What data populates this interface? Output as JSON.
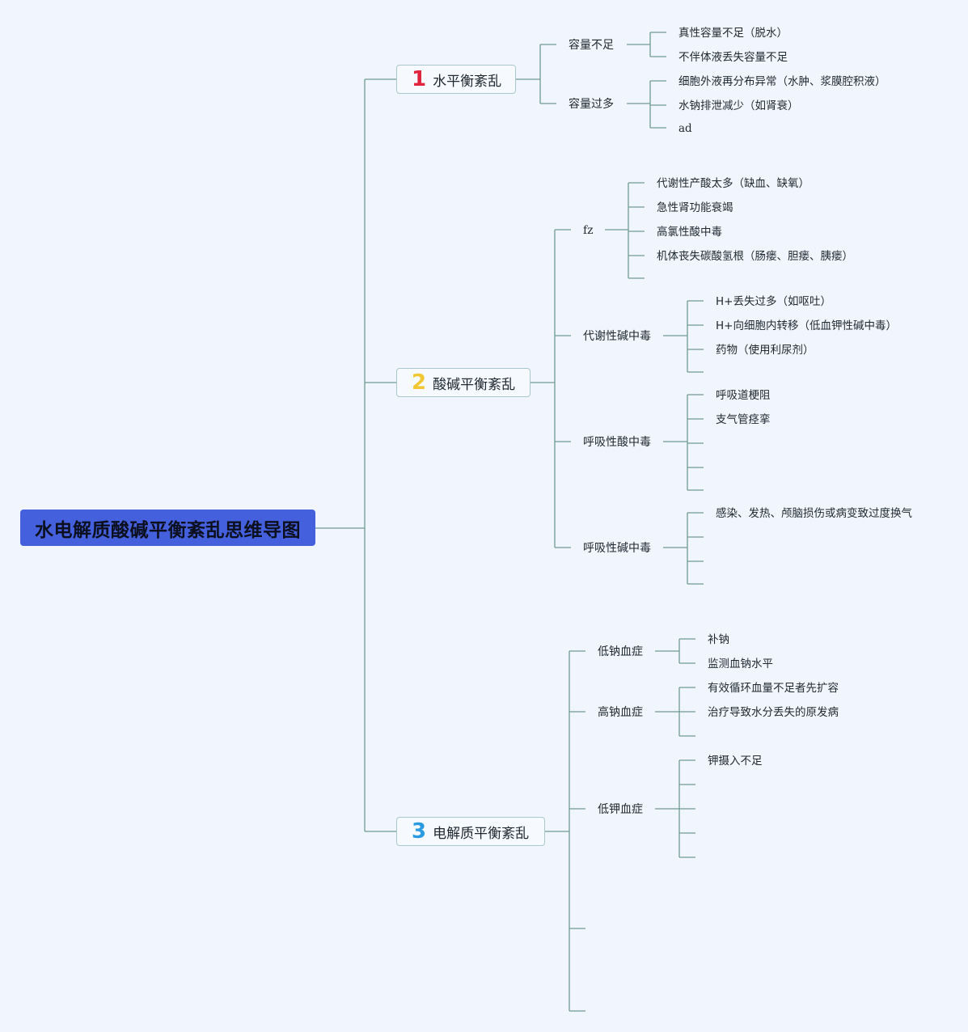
{
  "title": "水电解质酸碱平衡紊乱思维导图",
  "colors": {
    "root_bg": "#4560dd",
    "line": "#6f9a9a",
    "node_border": "#a9c7cf",
    "num1": "#e0243d",
    "num2": "#f2c734",
    "num3": "#2a9be0"
  },
  "branches": [
    {
      "num": "1",
      "label": "水平衡紊乱",
      "children": [
        {
          "label": "容量不足",
          "children": [
            "真性容量不足（脱水）",
            "不伴体液丢失容量不足"
          ]
        },
        {
          "label": "容量过多",
          "children": [
            "细胞外液再分布异常（水肿、浆膜腔积液）",
            "水钠排泄减少（如肾衰）",
            "ad"
          ]
        }
      ]
    },
    {
      "num": "2",
      "label": "酸碱平衡紊乱",
      "children": [
        {
          "label": "fz",
          "children": [
            "代谢性产酸太多（缺血、缺氧）",
            "急性肾功能衰竭",
            "高氯性酸中毒",
            "机体丧失碳酸氢根（肠瘘、胆瘘、胰瘘）",
            ""
          ]
        },
        {
          "label": "代谢性碱中毒",
          "children": [
            "H+丢失过多（如呕吐）",
            "H+向细胞内转移（低血钾性碱中毒）",
            "药物（使用利尿剂）",
            ""
          ]
        },
        {
          "label": "呼吸性酸中毒",
          "children": [
            "呼吸道梗阻",
            "支气管痉挛",
            "",
            "",
            ""
          ]
        },
        {
          "label": "呼吸性碱中毒",
          "children": [
            "感染、发热、颅脑损伤或病变致过度换气",
            "",
            "",
            ""
          ]
        }
      ]
    },
    {
      "num": "3",
      "label": "电解质平衡紊乱",
      "children": [
        {
          "label": "低钠血症",
          "children": [
            "补钠",
            "监测血钠水平"
          ]
        },
        {
          "label": "高钠血症",
          "children": [
            "有效循环血量不足者先扩容",
            "治疗导致水分丢失的原发病",
            ""
          ]
        },
        {
          "label": "低钾血症",
          "children": [
            "钾摄入不足",
            "",
            "",
            "",
            ""
          ]
        },
        {
          "label": "",
          "children": []
        },
        {
          "label": "",
          "children": []
        }
      ]
    }
  ]
}
